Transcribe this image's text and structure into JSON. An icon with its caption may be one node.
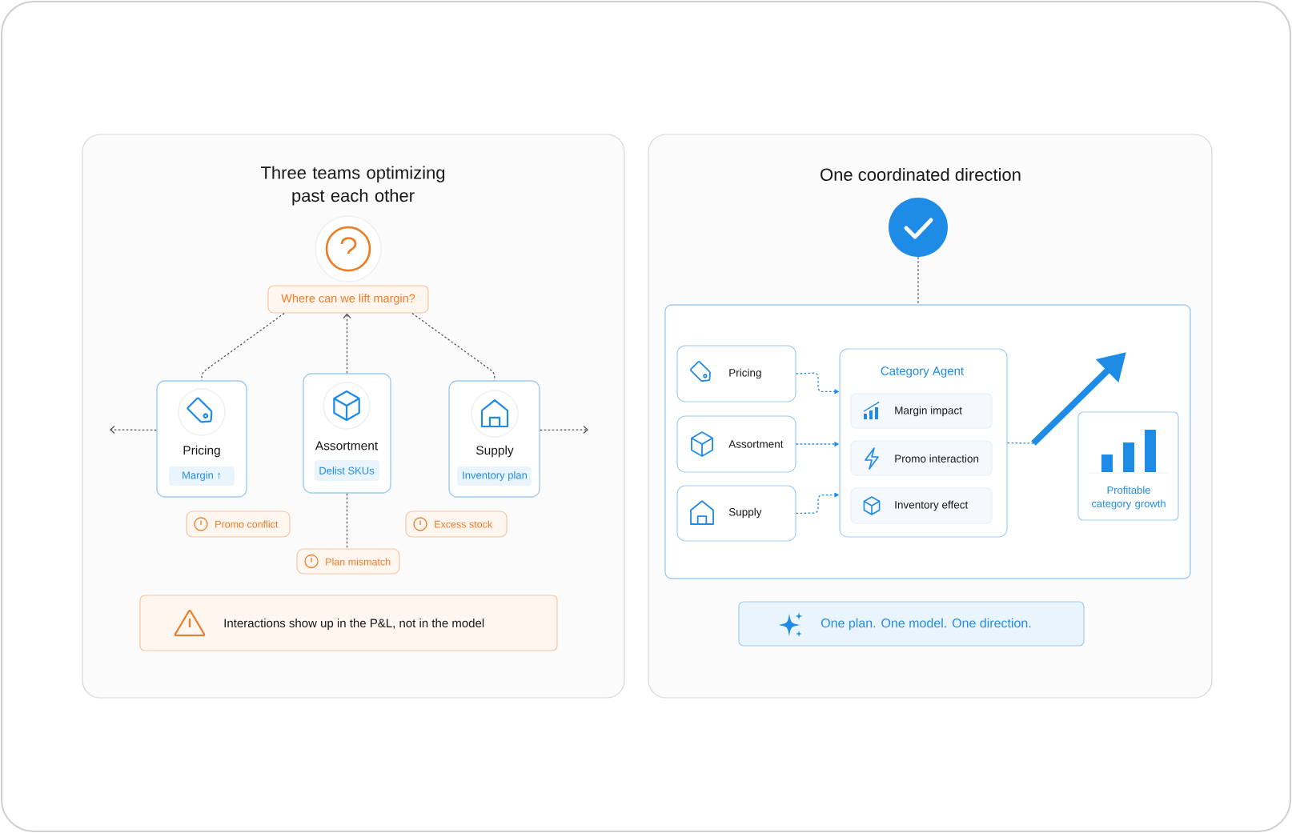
{
  "diagram": {
    "nodes": [
      {
        "text": [
          "Three teams optimizing past each other"
        ]
      },
      {
        "text": [
          "Where can we lift margin?"
        ],
        "in": 0
      },
      {
        "text": [
          "Pricing",
          "Margin ↑"
        ],
        "in": 0
      },
      {
        "text": [
          "Assortment",
          "Delist SKUs"
        ],
        "in": 0
      },
      {
        "text": [
          "Supply",
          "Inventory plan"
        ],
        "in": 0
      },
      {
        "text": [
          "Promo conflict"
        ],
        "in": 0
      },
      {
        "text": [
          "Plan mismatch"
        ],
        "in": 0
      },
      {
        "text": [
          "Excess stock"
        ],
        "in": 0
      },
      {
        "text": [
          "Interactions show up in the P&L, not in the model"
        ],
        "in": 0
      },
      {
        "text": [
          "One coordinated direction"
        ]
      },
      {
        "text": [],
        "shape": "circle",
        "in": 9
      },
      {
        "text": [],
        "shape": "box",
        "in": 9
      },
      {
        "text": [
          "Pricing"
        ],
        "in": 11
      },
      {
        "text": [
          "Assortment"
        ],
        "in": 11
      },
      {
        "text": [
          "Supply"
        ],
        "in": 11
      },
      {
        "text": [
          "Category Agent"
        ],
        "in": 11
      },
      {
        "text": [
          "Margin impact"
        ],
        "in": 15
      },
      {
        "text": [
          "Promo interaction"
        ],
        "in": 15
      },
      {
        "text": [
          "Inventory effect"
        ],
        "in": 15
      },
      {
        "text": [
          "Profitable category growth"
        ],
        "in": 11
      },
      {
        "text": [
          "One plan. One model. One direction."
        ],
        "in": 9
      }
    ],
    "edges": [
      {
        "from": 1,
        "to": 2,
        "arrow": "none",
        "style": "dashed"
      },
      {
        "from": 3,
        "to": 1,
        "arrow": "to",
        "style": "dashed"
      },
      {
        "from": 1,
        "to": 4,
        "arrow": "none",
        "style": "dashed"
      },
      {
        "from": 2,
        "to": null,
        "arrow": "to",
        "style": "dashed"
      },
      {
        "from": 4,
        "to": null,
        "arrow": "to",
        "style": "dashed"
      },
      {
        "from": 3,
        "to": 6,
        "arrow": "none",
        "style": "dashed"
      },
      {
        "from": 10,
        "to": 11,
        "arrow": "none",
        "style": "dashed"
      },
      {
        "from": 12,
        "to": 15,
        "arrow": "to",
        "style": "dashed",
        "color": "#1e8be6"
      },
      {
        "from": 13,
        "to": 15,
        "arrow": "to",
        "style": "dashed",
        "color": "#1e8be6"
      },
      {
        "from": 14,
        "to": 15,
        "arrow": "to",
        "style": "dashed",
        "color": "#1e8be6"
      },
      {
        "from": 15,
        "to": null,
        "arrow": "to",
        "style": "thick",
        "color": "#1e8be6"
      }
    ]
  }
}
